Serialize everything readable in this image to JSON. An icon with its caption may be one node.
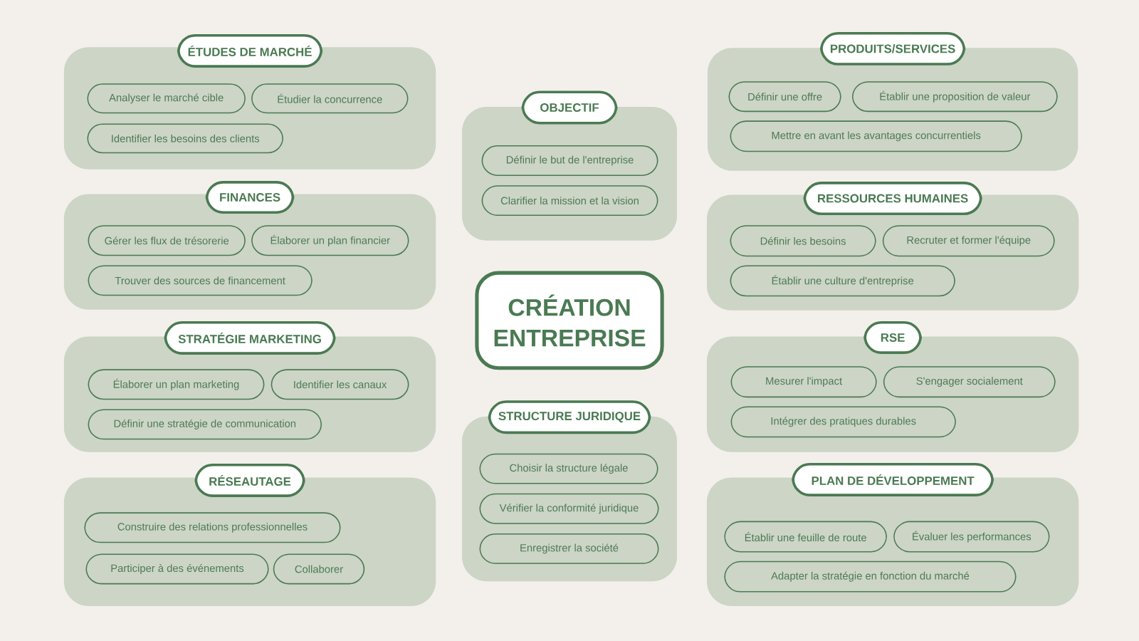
{
  "diagram": {
    "nodes": [
      {
        "text": [
          "ÉTUDES DE MARCHÉ"
        ]
      },
      {
        "text": [
          "Analyser le marché cible"
        ],
        "in": 0
      },
      {
        "text": [
          "Étudier la concurrence"
        ],
        "in": 0
      },
      {
        "text": [
          "Identifier les besoins des clients"
        ],
        "in": 0
      },
      {
        "text": [
          "FINANCES"
        ]
      },
      {
        "text": [
          "Gérer les flux de trésorerie"
        ],
        "in": 4
      },
      {
        "text": [
          "Élaborer un plan financier"
        ],
        "in": 4
      },
      {
        "text": [
          "Trouver des sources de financement"
        ],
        "in": 4
      },
      {
        "text": [
          "STRATÉGIE MARKETING"
        ]
      },
      {
        "text": [
          "Élaborer un plan marketing"
        ],
        "in": 8
      },
      {
        "text": [
          "Identifier les canaux"
        ],
        "in": 8
      },
      {
        "text": [
          "Définir une stratégie de communication"
        ],
        "in": 8
      },
      {
        "text": [
          "RÉSEAUTAGE"
        ]
      },
      {
        "text": [
          "Construire des relations professionnelles"
        ],
        "in": 12
      },
      {
        "text": [
          "Participer à des événements"
        ],
        "in": 12
      },
      {
        "text": [
          "Collaborer"
        ],
        "in": 12
      },
      {
        "text": [
          "OBJECTIF"
        ]
      },
      {
        "text": [
          "Définir le but de l'entreprise"
        ],
        "in": 16
      },
      {
        "text": [
          "Clarifier la mission et la vision"
        ],
        "in": 16
      },
      {
        "text": [
          "CRÉATION ENTREPRISE"
        ]
      },
      {
        "text": [
          "STRUCTURE JURIDIQUE"
        ]
      },
      {
        "text": [
          "Choisir la structure légale"
        ],
        "in": 20
      },
      {
        "text": [
          "Vérifier la conformité juridique"
        ],
        "in": 20
      },
      {
        "text": [
          "Enregistrer la société"
        ],
        "in": 20
      },
      {
        "text": [
          "PRODUITS/SERVICES"
        ]
      },
      {
        "text": [
          "Définir une offre"
        ],
        "in": 24
      },
      {
        "text": [
          "Établir une proposition de valeur"
        ],
        "in": 24
      },
      {
        "text": [
          "Mettre en avant les avantages concurrentiels"
        ],
        "in": 24
      },
      {
        "text": [
          "RESSOURCES HUMAINES"
        ]
      },
      {
        "text": [
          "Définir les besoins"
        ],
        "in": 28
      },
      {
        "text": [
          "Recruter et former l'équipe"
        ],
        "in": 28
      },
      {
        "text": [
          "Établir une culture d'entreprise"
        ],
        "in": 28
      },
      {
        "text": [
          "RSE"
        ]
      },
      {
        "text": [
          "Mesurer l'impact"
        ],
        "in": 32
      },
      {
        "text": [
          "S'engager socialement"
        ],
        "in": 32
      },
      {
        "text": [
          "Intégrer des pratiques durables"
        ],
        "in": 32
      },
      {
        "text": [
          "PLAN DE DÉVELOPPEMENT"
        ]
      },
      {
        "text": [
          "Établir une feuille de route"
        ],
        "in": 36
      },
      {
        "text": [
          "Évaluer les performances"
        ],
        "in": 36
      },
      {
        "text": [
          "Adapter la stratégie en fonction du marché"
        ],
        "in": 36
      }
    ]
  }
}
